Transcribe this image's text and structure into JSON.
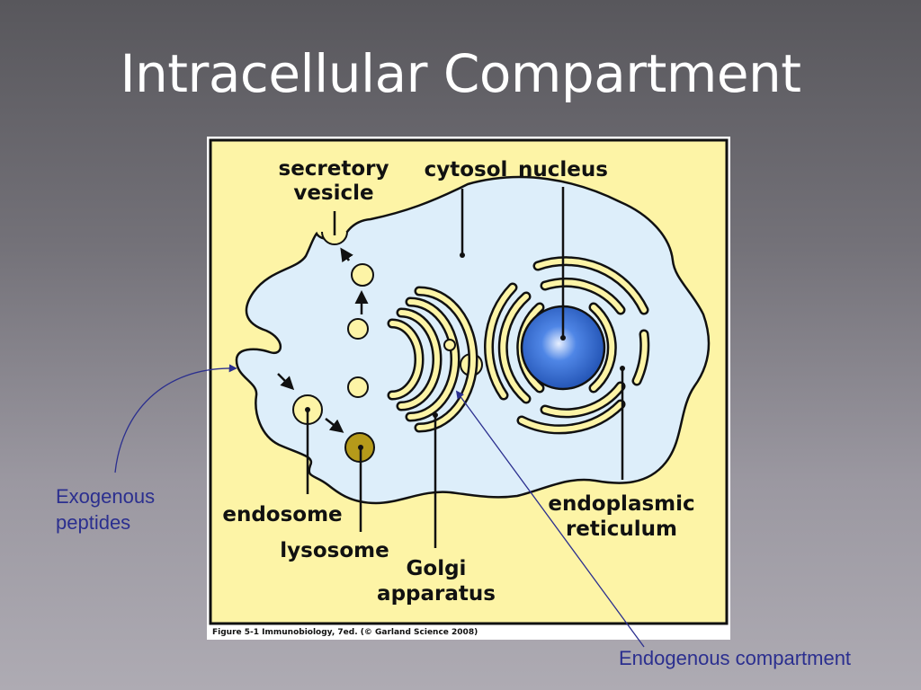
{
  "slide": {
    "title": "Intracellular Compartment"
  },
  "figure": {
    "labels": {
      "secretory_vesicle_line1": "secretory",
      "secretory_vesicle_line2": "vesicle",
      "cytosol": "cytosol",
      "nucleus": "nucleus",
      "endosome": "endosome",
      "lysosome": "lysosome",
      "golgi_line1": "Golgi",
      "golgi_line2": "apparatus",
      "er_line1": "endoplasmic",
      "er_line2": "reticulum"
    },
    "caption": "Figure 5-1  Immunobiology, 7ed. (© Garland Science 2008)",
    "colors": {
      "panel_background": "#fdf4a6",
      "cytosol_fill": "#ddeefa",
      "nucleus_fill": "#2f64c8",
      "lysosome_fill": "#b59a1a",
      "annotation": "#2b2f8f"
    }
  },
  "annotations": {
    "exogenous_line1": "Exogenous",
    "exogenous_line2": "peptides",
    "endogenous": "Endogenous compartment"
  }
}
